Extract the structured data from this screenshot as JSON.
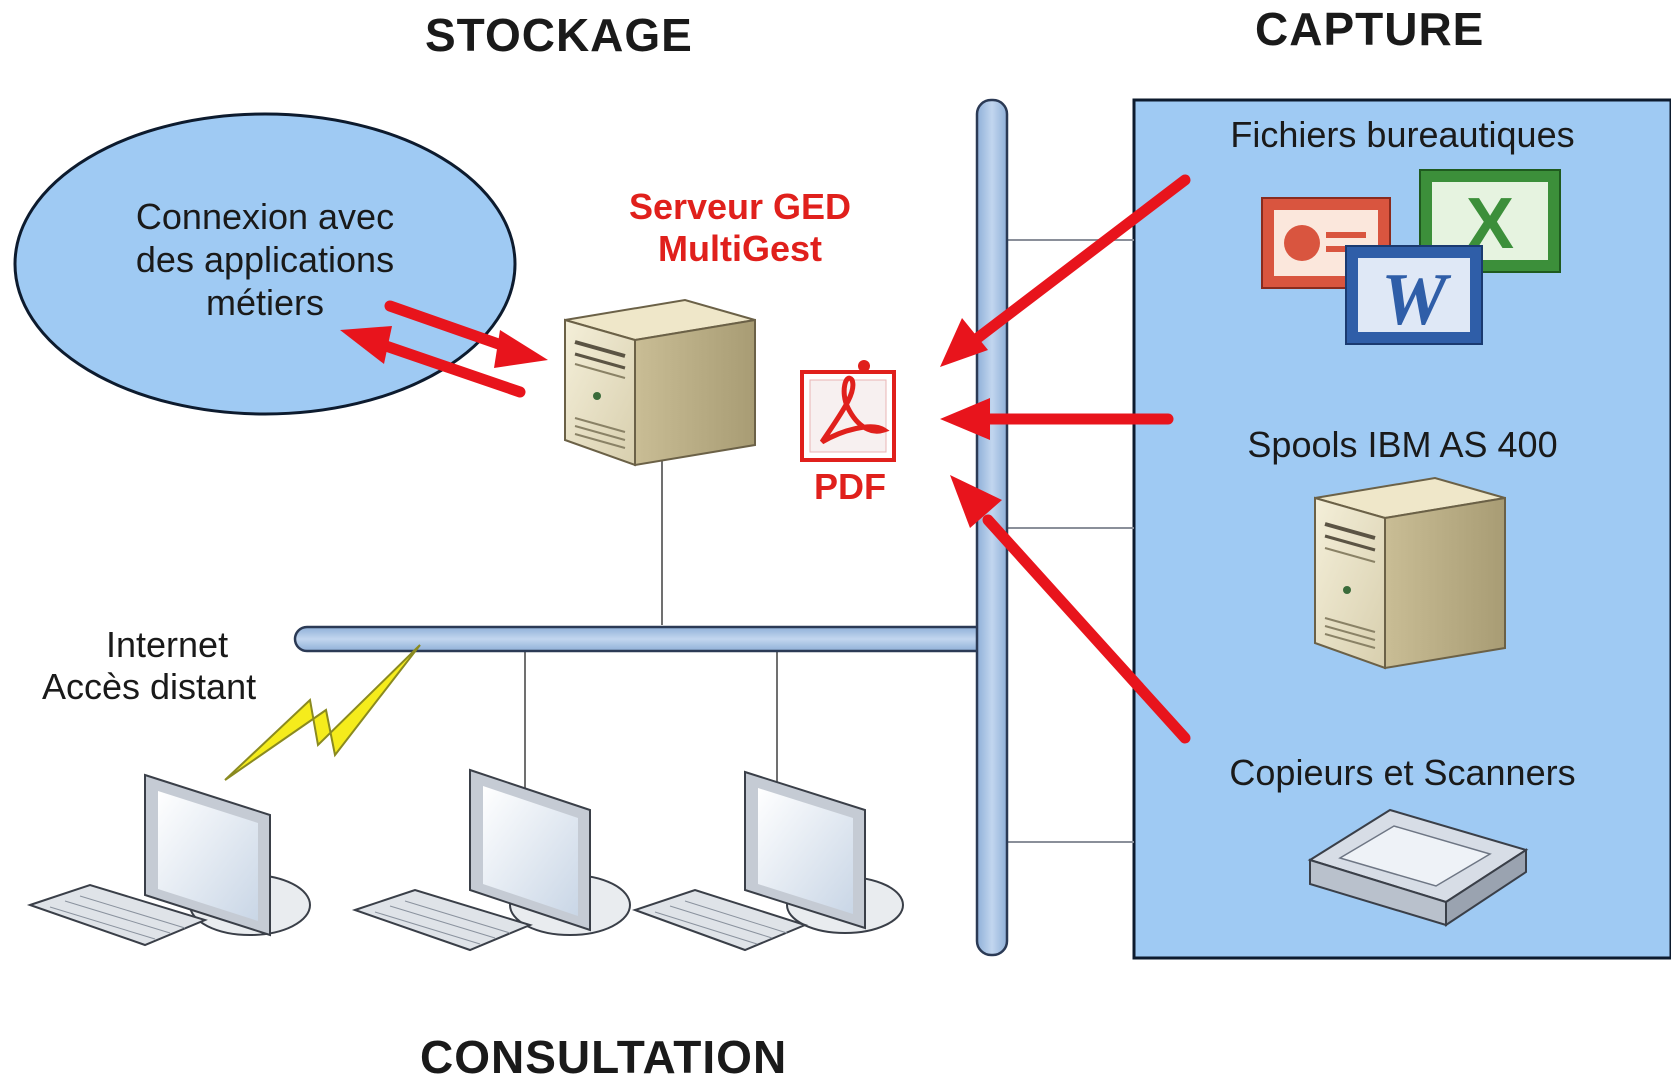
{
  "headings": {
    "storage": "STOCKAGE",
    "capture": "CAPTURE",
    "consultation": "CONSULTATION"
  },
  "bubble": {
    "line1": "Connexion avec",
    "line2": "des applications",
    "line3": "métiers"
  },
  "server": {
    "line1": "Serveur GED",
    "line2": "MultiGest"
  },
  "pdf_label": "PDF",
  "internet": {
    "line1": "Internet",
    "line2": "Accès distant"
  },
  "capture_items": {
    "office_files": "Fichiers bureautiques",
    "spools": "Spools IBM AS 400",
    "scanners": "Copieurs et Scanners"
  },
  "colors": {
    "capture_panel": "#9fcaf3",
    "bubble": "#9fcaf3",
    "arrow": "#e8141c",
    "bus": "#a9c5e6",
    "accent_text": "#e0201c"
  },
  "icons": [
    "server-icon",
    "pdf-icon",
    "powerpoint-icon",
    "excel-icon",
    "word-icon",
    "scanner-icon",
    "computer-icon",
    "lightning-icon"
  ]
}
